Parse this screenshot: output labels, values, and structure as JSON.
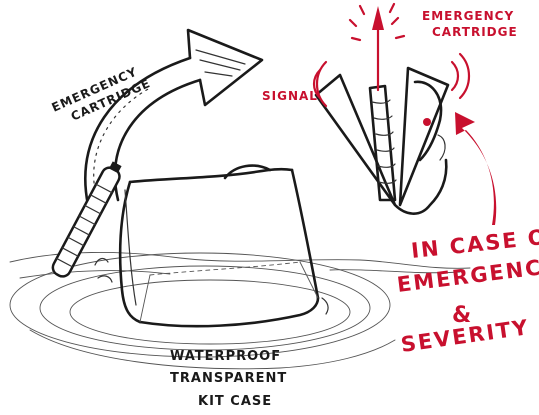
{
  "labels": {
    "cartridge_left_line1": "EMERGENCY",
    "cartridge_left_line2": "CARTRIDGE",
    "cartridge_right_line1": "EMERGENCY",
    "cartridge_right_line2": "CARTRIDGE",
    "signal": "SIGNAL",
    "case_line1": "WATERPROOF",
    "case_line2": "TRANSPARENT",
    "case_line3": "KIT CASE",
    "emergency_line1": "IN CASE OF",
    "emergency_line2": "EMERGENCY",
    "emergency_line3": "&",
    "emergency_line4": "SEVERITY"
  },
  "colors": {
    "ink": "#1a1a1a",
    "accent_red": "#c8102e",
    "paper": "#ffffff"
  },
  "icons": [
    "curved-arrow-icon",
    "emergency-cartridge-icon",
    "waterproof-case-icon",
    "hand-with-flare-icon",
    "signal-waves-icon",
    "flare-burst-icon",
    "red-curved-arrow-icon",
    "water-ripples-icon"
  ]
}
